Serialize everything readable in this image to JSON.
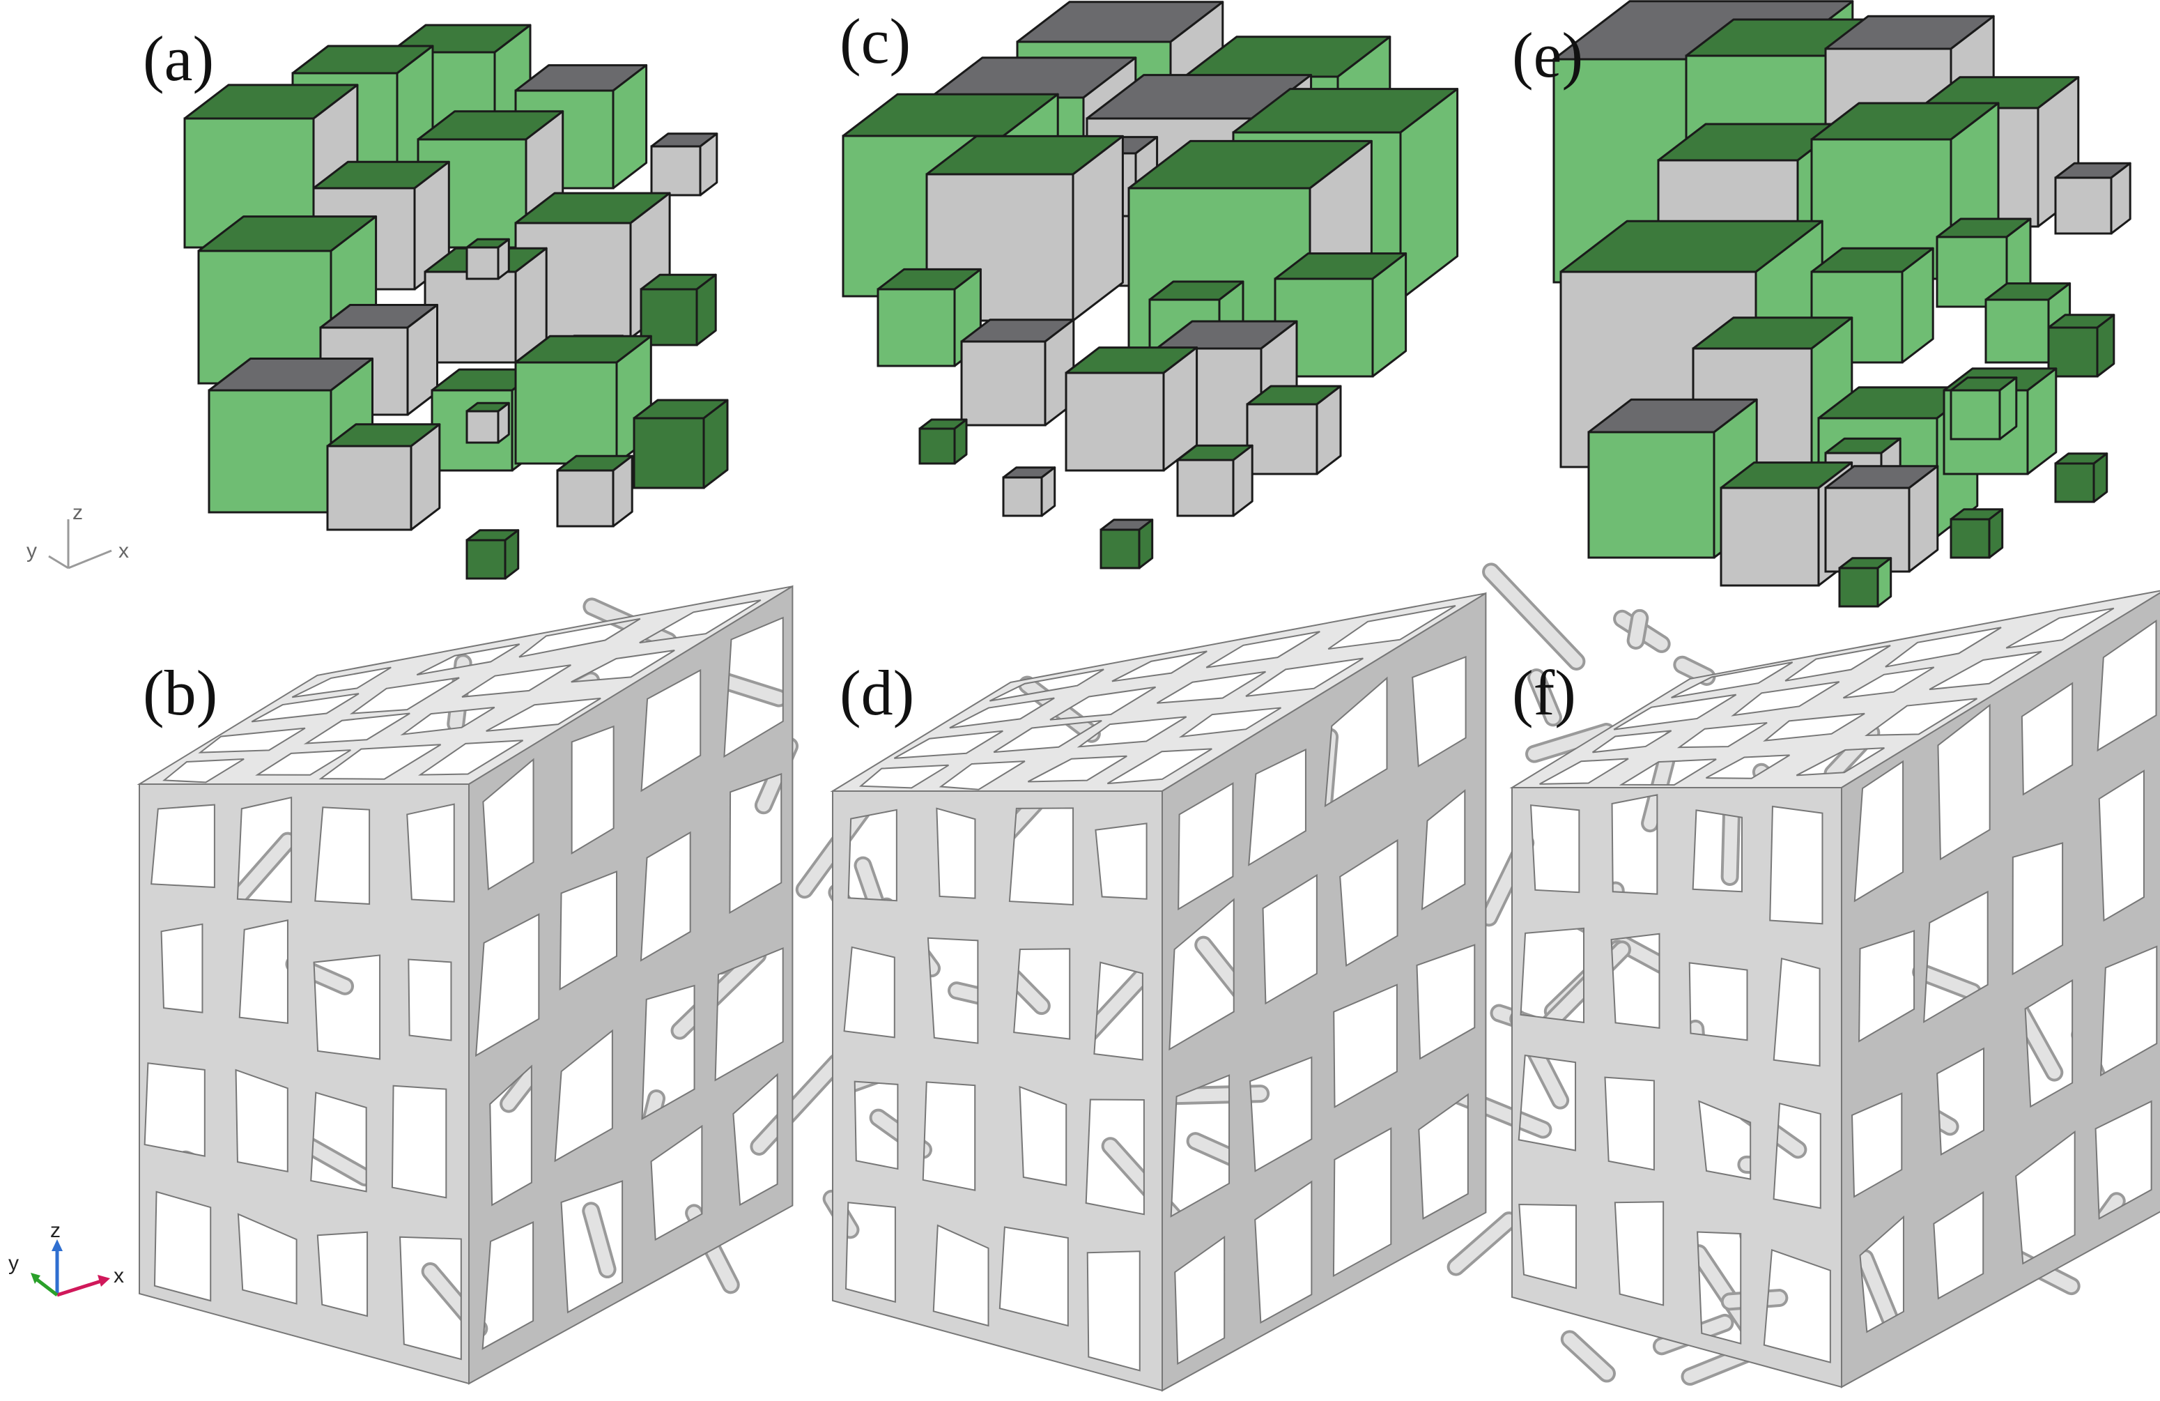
{
  "figure": {
    "panels": [
      {
        "id": "a",
        "label": "(a)",
        "kind": "cube-cluster"
      },
      {
        "id": "c",
        "label": "(c)",
        "kind": "cube-cluster"
      },
      {
        "id": "e",
        "label": "(e)",
        "kind": "cube-cluster"
      },
      {
        "id": "b",
        "label": "(b)",
        "kind": "voronoi-lattice-cube"
      },
      {
        "id": "d",
        "label": "(d)",
        "kind": "voronoi-lattice-cube"
      },
      {
        "id": "f",
        "label": "(f)",
        "kind": "voronoi-lattice-cube"
      }
    ],
    "axes_triad_top": {
      "x": "x",
      "y": "y",
      "z": "z"
    },
    "axes_triad_bottom": {
      "x": "x",
      "y": "y",
      "z": "z"
    }
  },
  "colors": {
    "green_dark": "#3c7a3c",
    "green_light": "#6fbd73",
    "gray_dark": "#6a6a6d",
    "gray_light": "#c4c4c4",
    "lattice_top": "#e6e6e6",
    "lattice_front": "#d4d4d4",
    "lattice_side": "#bcbcbc",
    "axis_x": "#d0185a",
    "axis_y": "#2aa02a",
    "axis_z": "#2f6fd0"
  }
}
